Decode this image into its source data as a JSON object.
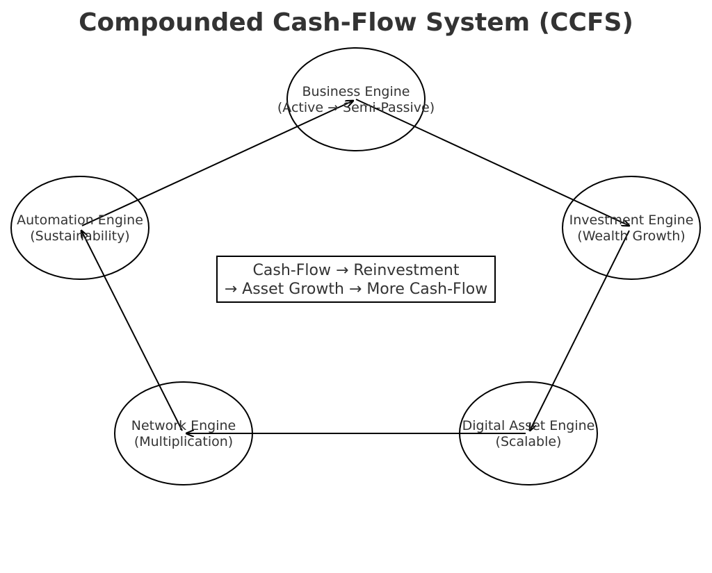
{
  "title": "Compounded Cash-Flow System (CCFS)",
  "nodes": [
    {
      "id": "business",
      "line1": "Business Engine",
      "line2": "(Active → Semi-Passive)"
    },
    {
      "id": "investment",
      "line1": "Investment Engine",
      "line2": "(Wealth Growth)"
    },
    {
      "id": "digital",
      "line1": "Digital Asset Engine",
      "line2": "(Scalable)"
    },
    {
      "id": "network",
      "line1": "Network Engine",
      "line2": "(Multiplication)"
    },
    {
      "id": "automation",
      "line1": "Automation Engine",
      "line2": "(Sustainability)"
    }
  ],
  "center": {
    "line1": "Cash-Flow → Reinvestment",
    "line2": "→ Asset Growth → More Cash-Flow"
  },
  "colors": {
    "stroke": "#000000",
    "text": "#333333",
    "background": "#ffffff"
  }
}
